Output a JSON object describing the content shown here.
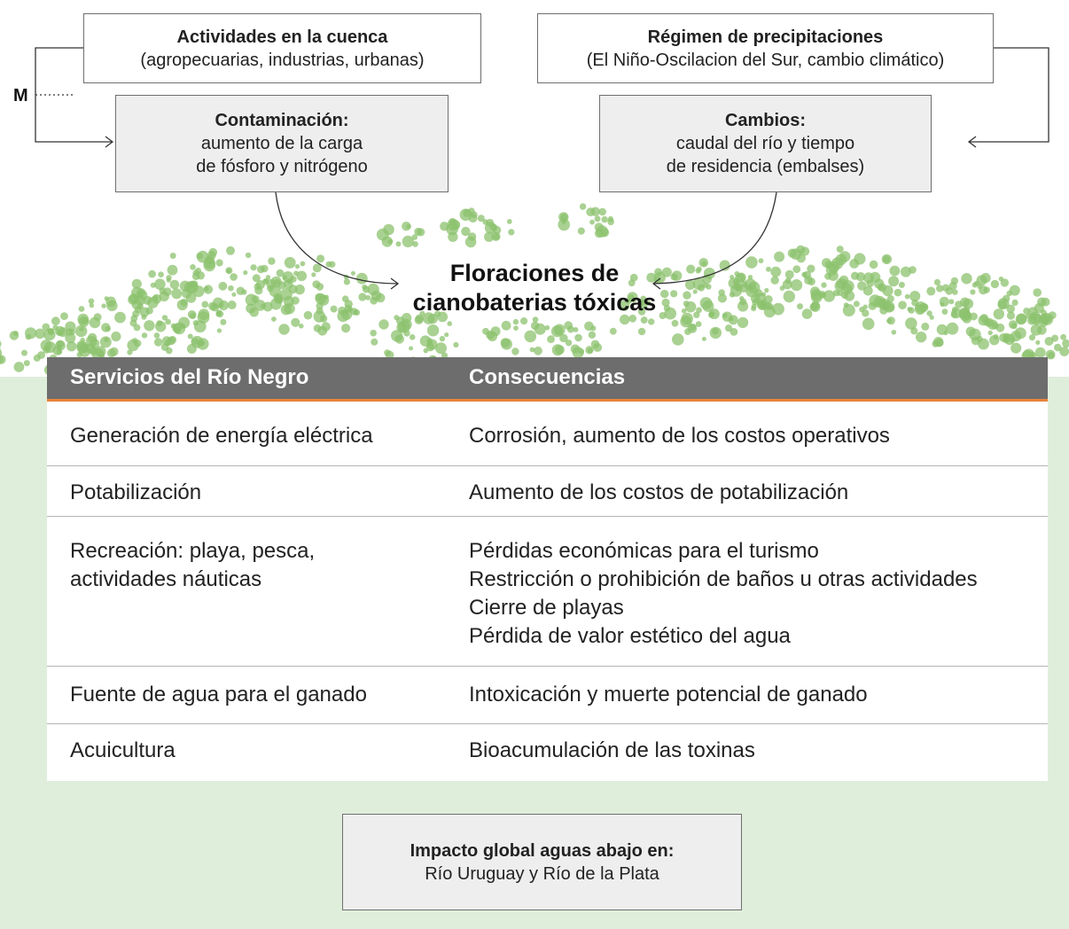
{
  "top_boxes": {
    "actividades": {
      "title": "Actividades en la cuenca",
      "subtitle": "(agropecuarias, industrias, urbanas)"
    },
    "regimen": {
      "title": "Régimen de precipitaciones",
      "subtitle": "(El Niño-Oscilacion del Sur, cambio climático)"
    }
  },
  "middle_boxes": {
    "contaminacion": {
      "title": "Contaminación:",
      "line1": "aumento de la carga",
      "line2": "de fósforo y nitrógeno"
    },
    "cambios": {
      "title": "Cambios:",
      "line1": "caudal del río y tiempo",
      "line2": "de residencia (embalses)"
    }
  },
  "m_label": "M",
  "floraciones": {
    "line1": "Floraciones de",
    "line2": "cianobaterias tóxicas"
  },
  "table": {
    "headers": [
      "Servicios del Río Negro",
      "Consecuencias"
    ],
    "rows": [
      {
        "service": [
          "Generación de energía eléctrica"
        ],
        "consequences": [
          "Corrosión, aumento de los costos operativos"
        ]
      },
      {
        "service": [
          "Potabilización"
        ],
        "consequences": [
          "Aumento de los costos de potabilización"
        ]
      },
      {
        "service": [
          "Recreación: playa, pesca,",
          "actividades náuticas"
        ],
        "consequences": [
          "Pérdidas económicas para el turismo",
          "Restricción o prohibición de baños u otras actividades",
          "Cierre de playas",
          "Pérdida de valor estético del agua"
        ]
      },
      {
        "service": [
          "Fuente de agua para el ganado"
        ],
        "consequences": [
          "Intoxicación y muerte potencial de ganado"
        ]
      },
      {
        "service": [
          "Acuicultura"
        ],
        "consequences": [
          "Bioacumulación de las toxinas"
        ]
      }
    ]
  },
  "impacto": {
    "title": "Impacto global aguas abajo en:",
    "subtitle": "Río Uruguay y Río de la Plata"
  },
  "colors": {
    "header_bg": "#6d6d6d",
    "header_rule": "#e8843a",
    "dots": "#8cc26e",
    "background_green": "#dfeedb"
  }
}
